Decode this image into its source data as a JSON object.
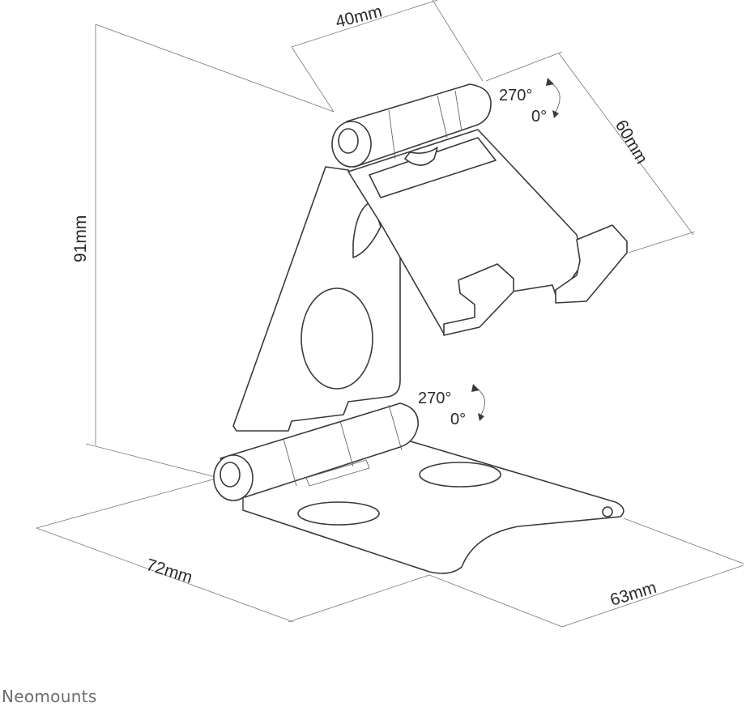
{
  "dimensions": {
    "width_top": "40mm",
    "depth_top": "60mm",
    "height": "91mm",
    "depth_base": "72mm",
    "width_base": "63mm"
  },
  "rotation_top": {
    "max": "270°",
    "min": "0°"
  },
  "rotation_bottom": {
    "max": "270°",
    "min": "0°"
  },
  "brand": "Neomounts",
  "colors": {
    "line": "#3a3a3a",
    "dimension": "#777777",
    "brand": "#6d6d6d"
  }
}
